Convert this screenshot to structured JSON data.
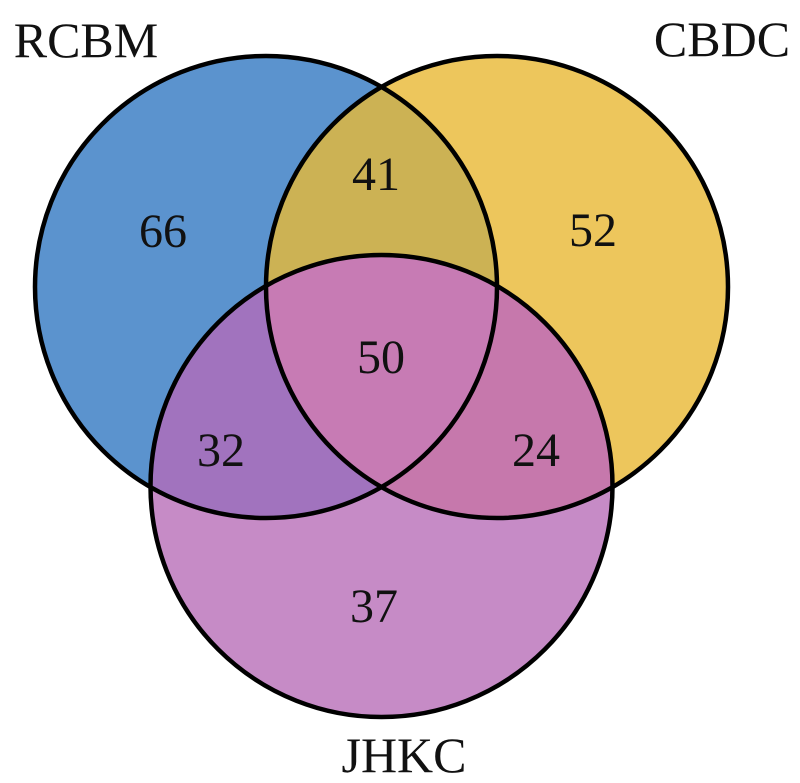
{
  "figure": {
    "labels": {
      "set_a": "RCBM",
      "set_b": "CBDC",
      "set_c": "JHKC"
    },
    "values": {
      "a_only": "66",
      "b_only": "52",
      "c_only": "37",
      "ab": "41",
      "ac": "32",
      "bc": "24",
      "abc": "50"
    },
    "colors": {
      "a": "#5B93CE",
      "b": "#EDC65C",
      "c": "#C68BC6",
      "ab": "#CCB254",
      "ac": "#A173BE",
      "bc": "#C678AC",
      "abc": "#C77BB4",
      "outline": "#000000",
      "text": "#111111",
      "background": "#FFFFFF"
    }
  },
  "chart_data": {
    "type": "venn",
    "sets": [
      "RCBM",
      "CBDC",
      "JHKC"
    ],
    "values": {
      "RCBM_only": 66,
      "CBDC_only": 52,
      "JHKC_only": 37,
      "RCBM_and_CBDC": 41,
      "RCBM_and_JHKC": 32,
      "CBDC_and_JHKC": 24,
      "RCBM_and_CBDC_and_JHKC": 50
    },
    "title": "",
    "legend_position": "outer-labels",
    "grid": false
  }
}
